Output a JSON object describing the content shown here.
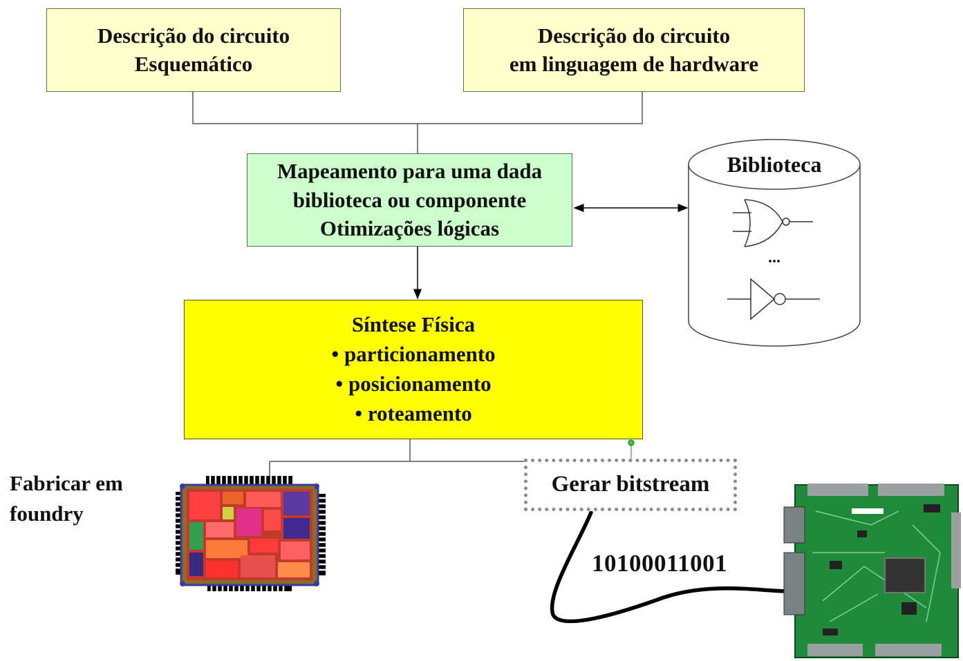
{
  "boxes": {
    "schematic": [
      "Descrição do circuito",
      "Esquemático"
    ],
    "hdl": [
      "Descrição do circuito",
      "em linguagem de hardware"
    ],
    "mapping": [
      "Mapeamento para uma dada",
      "biblioteca ou componente",
      "Otimizações lógicas"
    ],
    "synthesis": {
      "title": "Síntese Física",
      "items": [
        "• particionamento",
        "• posicionamento",
        "• roteamento"
      ]
    },
    "bitstream": "Gerar bitstream"
  },
  "library": {
    "title": "Biblioteca",
    "ellipsis": "..."
  },
  "outputs": {
    "foundry": [
      "Fabricar em",
      "foundry"
    ],
    "bits": "10100011001"
  },
  "colors": {
    "description_fill": "#ffffcc",
    "mapping_fill": "#ccffcc",
    "synthesis_fill": "#ffff00"
  },
  "icons": [
    "nor-gate-icon",
    "inverter-icon",
    "asic-chip-icon",
    "fpga-board-icon"
  ]
}
